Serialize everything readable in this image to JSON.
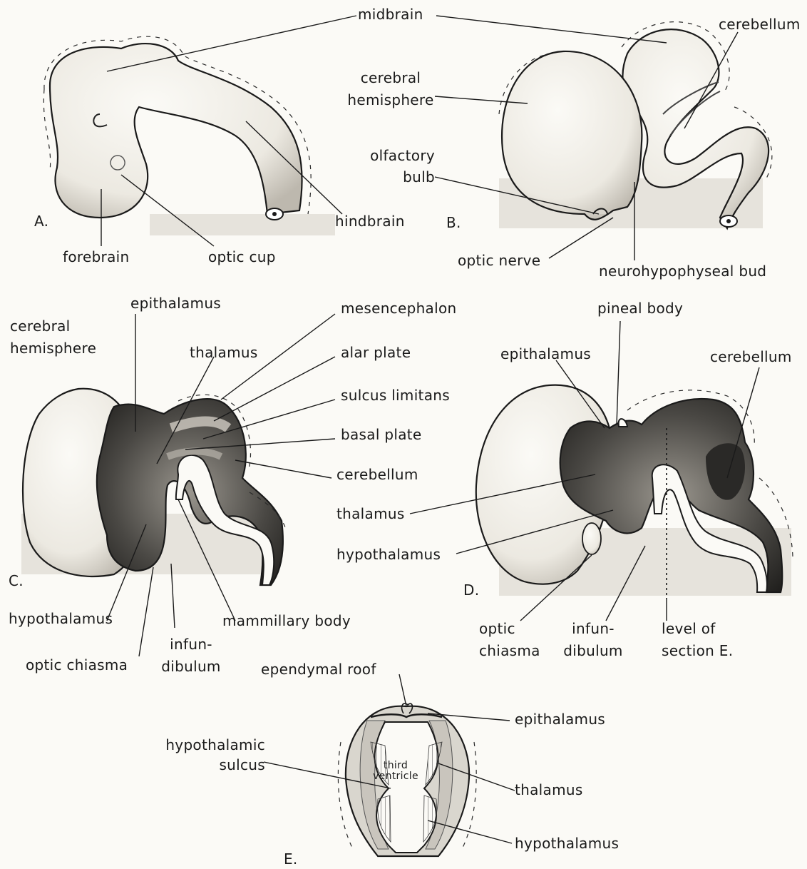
{
  "colors": {
    "ink": "#1a1a1a",
    "paper": "#fbfaf6",
    "tissue": "#eeebe3",
    "shade": "#3b3b3b"
  },
  "panels": {
    "a": {
      "letter": "A.",
      "labels": {
        "midbrain": "midbrain",
        "forebrain": "forebrain",
        "optic_cup": "optic cup",
        "hindbrain": "hindbrain"
      }
    },
    "b": {
      "letter": "B.",
      "labels": {
        "cerebellum": "cerebellum",
        "cerebral_hemisphere": "cerebral\nhemisphere",
        "olfactory_bulb": "olfactory\nbulb",
        "optic_nerve": "optic nerve",
        "neurohypophyseal_bud": "neurohypophyseal bud"
      }
    },
    "c": {
      "letter": "C.",
      "labels": {
        "cerebral_hemisphere": "cerebral\nhemisphere",
        "epithalamus": "epithalamus",
        "thalamus": "thalamus",
        "mesencephalon": "mesencephalon",
        "alar_plate": "alar plate",
        "sulcus_limitans": "sulcus limitans",
        "basal_plate": "basal plate",
        "cerebellum": "cerebellum",
        "hypothalamus": "hypothalamus",
        "mammillary_body": "mammillary body",
        "optic_chiasma": "optic chiasma",
        "infundibulum": "infun-\ndibulum"
      }
    },
    "d": {
      "letter": "D.",
      "labels": {
        "pineal_body": "pineal body",
        "epithalamus": "epithalamus",
        "cerebellum": "cerebellum",
        "thalamus": "thalamus",
        "hypothalamus": "hypothalamus",
        "optic_chiasma": "optic\nchiasma",
        "infundibulum": "infun-\ndibulum",
        "level_of_section": "level of\nsection E."
      }
    },
    "e": {
      "letter": "E.",
      "labels": {
        "ependymal_roof": "ependymal roof",
        "epithalamus": "epithalamus",
        "hypothalamic_sulcus": "hypothalamic\nsulcus",
        "third_ventricle": "third\nventricle",
        "thalamus": "thalamus",
        "hypothalamus": "hypothalamus"
      }
    }
  }
}
